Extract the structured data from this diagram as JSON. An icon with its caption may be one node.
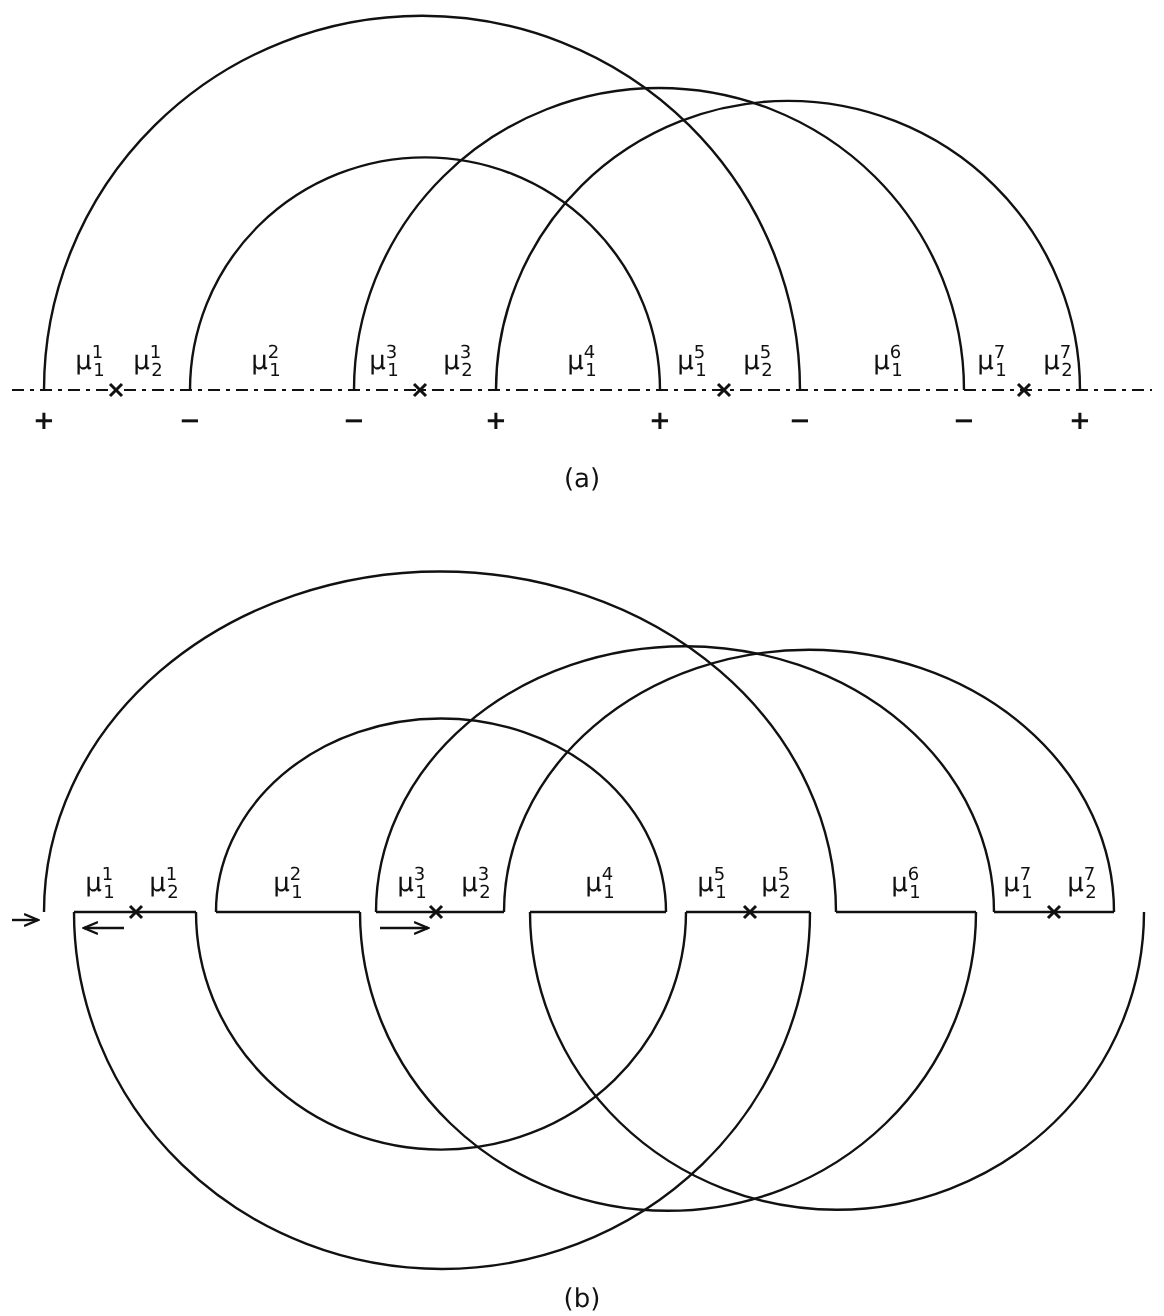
{
  "diagram": {
    "labels": [
      "μ$^{1}$$_{1}$",
      "μ$^{1}$$_{2}$",
      "μ$^{2}$$_{1}$",
      "μ$^{3}$$_{1}$",
      "μ$^{3}$$_{2}$",
      "μ$^{4}$$_{1}$",
      "μ$^{5}$$_{1}$",
      "μ$^{5}$$_{2}$",
      "μ$^{6}$$_{1}$",
      "μ$^{7}$$_{1}$",
      "μ$^{7}$$_{2}$",
      "+",
      "−",
      "−",
      "+",
      "+",
      "−",
      "−",
      "+",
      "(a)",
      "μ$^{1}$$_{1}$",
      "μ$^{1}$$_{2}$",
      "μ$^{2}$$_{1}$",
      "μ$^{3}$$_{1}$",
      "μ$^{3}$$_{2}$",
      "μ$^{4}$$_{1}$",
      "μ$^{5}$$_{1}$",
      "μ$^{5}$$_{2}$",
      "μ$^{6}$$_{1}$",
      "μ$^{7}$$_{1}$",
      "μ$^{7}$$_{2}$",
      "(b)"
    ]
  }
}
